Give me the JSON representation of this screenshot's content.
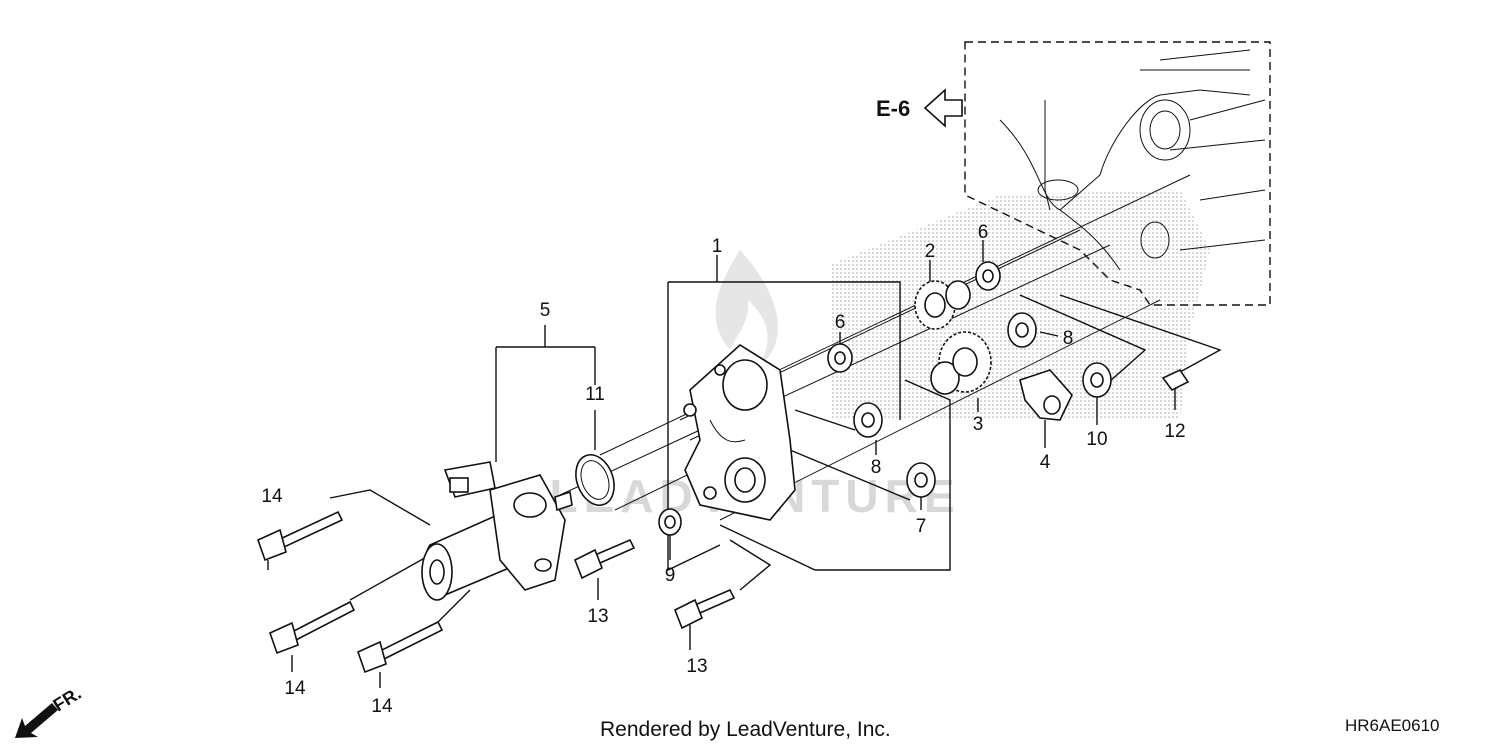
{
  "callouts": [
    {
      "id": "c1",
      "text": "1"
    },
    {
      "id": "c2",
      "text": "2"
    },
    {
      "id": "c3",
      "text": "3"
    },
    {
      "id": "c4",
      "text": "4"
    },
    {
      "id": "c5",
      "text": "5"
    },
    {
      "id": "c6a",
      "text": "6"
    },
    {
      "id": "c6b",
      "text": "6"
    },
    {
      "id": "c7",
      "text": "7"
    },
    {
      "id": "c8a",
      "text": "8"
    },
    {
      "id": "c8b",
      "text": "8"
    },
    {
      "id": "c9",
      "text": "9"
    },
    {
      "id": "c10",
      "text": "10"
    },
    {
      "id": "c11",
      "text": "11"
    },
    {
      "id": "c12",
      "text": "12"
    },
    {
      "id": "c13a",
      "text": "13"
    },
    {
      "id": "c13b",
      "text": "13"
    },
    {
      "id": "c14a",
      "text": "14"
    },
    {
      "id": "c14b",
      "text": "14"
    },
    {
      "id": "c14c",
      "text": "14"
    }
  ],
  "reference": "E-6",
  "front_marker": "FR.",
  "footer": "Rendered by LeadVenture, Inc.",
  "diagram_code": "HR6AE0610",
  "watermark": "LEADVENTURE"
}
